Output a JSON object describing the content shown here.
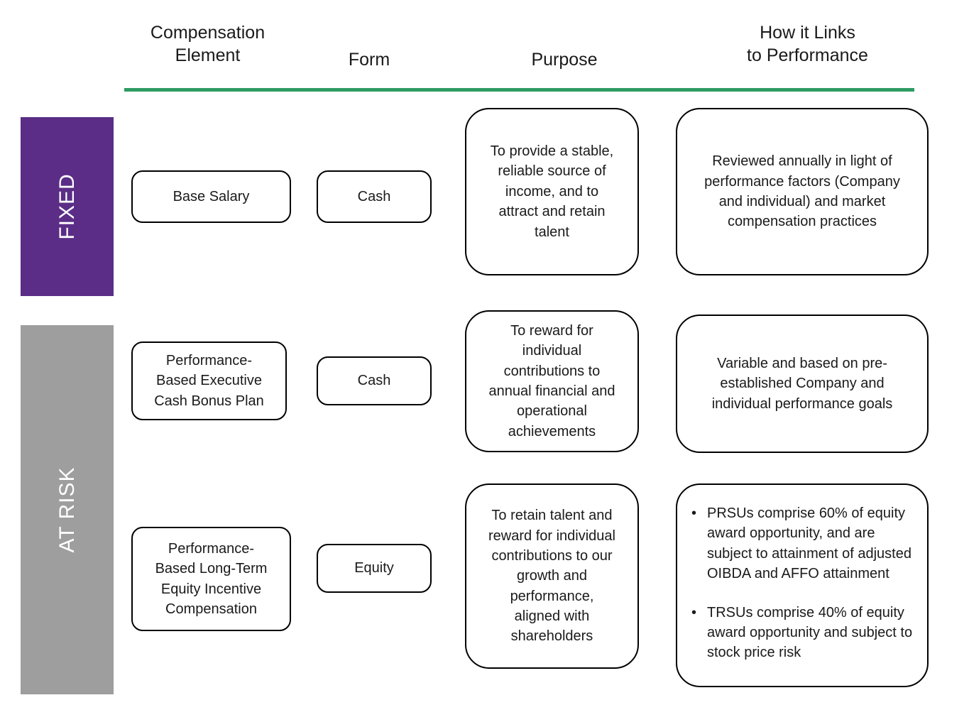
{
  "headers": {
    "element": "Compensation\nElement",
    "form": "Form",
    "purpose": "Purpose",
    "links": "How it Links\nto Performance"
  },
  "bands": [
    {
      "label": "FIXED",
      "color": "#5b2d87"
    },
    {
      "label": "AT RISK",
      "color": "#9e9e9e"
    }
  ],
  "accent": {
    "rule": "#2e9b63",
    "border": "#000000"
  },
  "rows": [
    {
      "element": "Base Salary",
      "form": "Cash",
      "purpose": "To provide a stable,\nreliable source of\nincome, and to\nattract and retain\ntalent",
      "links": "Reviewed annually in light of\nperformance factors (Company\nand individual)  and market\ncompensation practices"
    },
    {
      "element": "Performance-\nBased Executive\nCash Bonus Plan",
      "form": "Cash",
      "purpose": "To reward for\nindividual\ncontributions to\nannual financial and\noperational\nachievements",
      "links": "Variable and based on pre-\nestablished Company and\nindividual performance goals"
    },
    {
      "element": "Performance-\nBased Long-Term\nEquity Incentive\nCompensation",
      "form": "Equity",
      "purpose": "To retain talent and\nreward for individual\ncontributions to our\ngrowth and\nperformance,\naligned with\nshareholders",
      "links_bullets": [
        "PRSUs comprise 60% of equity award opportunity, and are subject to attainment of adjusted OIBDA and AFFO attainment",
        "TRSUs comprise 40% of equity award opportunity and subject to stock price risk"
      ],
      "bullet_glyph": "•"
    }
  ]
}
